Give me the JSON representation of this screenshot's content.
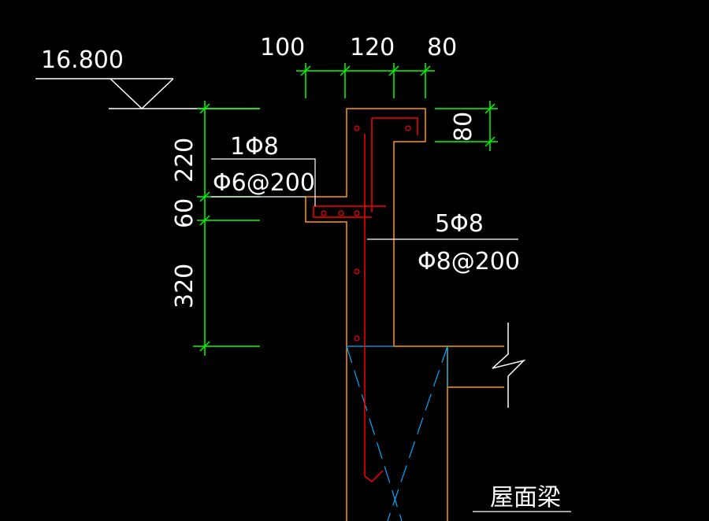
{
  "colors": {
    "background": "#000000",
    "dimension": "#00ff00",
    "outline": "#ff9900",
    "rebar": "#ff0000",
    "leader": "#ffffff",
    "break_line": "#00aaff",
    "text": "#ffffff",
    "dashed": "#00aaff"
  },
  "elevation": {
    "value": "16.800"
  },
  "top_dims": {
    "d1": "100",
    "d2": "120",
    "d3": "80"
  },
  "right_dim": {
    "value": "80"
  },
  "left_dims": {
    "d1": "220",
    "d2": "60",
    "d3": "320"
  },
  "notes": {
    "left_rebar": "1Φ8",
    "left_stirrup": "Φ6@200",
    "right_rebar": "5Φ8",
    "right_stirrup": "Φ8@200",
    "roof_beam": "屋面梁"
  }
}
